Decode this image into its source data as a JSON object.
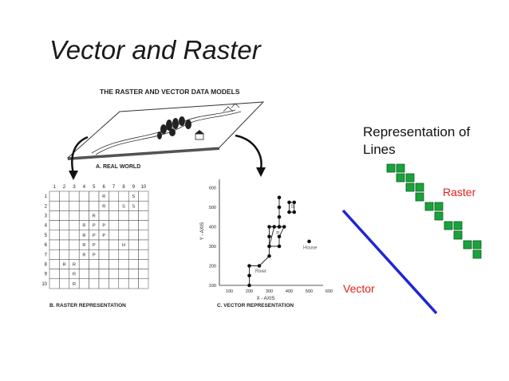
{
  "slide": {
    "title": "Vector and Raster"
  },
  "figure": {
    "heading": "THE RASTER AND VECTOR DATA MODELS",
    "real_world_caption": "A. REAL WORLD",
    "raster_caption": "B. RASTER REPRESENTATION",
    "vector_caption": "C. VECTOR REPRESENTATION",
    "raster_grid": {
      "col_headers": [
        "1",
        "2",
        "3",
        "4",
        "5",
        "6",
        "7",
        "8",
        "9",
        "10"
      ],
      "row_headers": [
        "1",
        "2",
        "3",
        "4",
        "5",
        "6",
        "7",
        "8",
        "9",
        "10"
      ],
      "cells": [
        [
          "",
          "",
          "",
          "",
          "",
          "R",
          "",
          "",
          "S",
          ""
        ],
        [
          "",
          "",
          "",
          "",
          "",
          "R",
          "",
          "S",
          "S",
          ""
        ],
        [
          "",
          "",
          "",
          "",
          "R",
          "",
          "",
          "",
          "",
          ""
        ],
        [
          "",
          "",
          "",
          "R",
          "P",
          "P",
          "",
          "",
          "",
          ""
        ],
        [
          "",
          "",
          "",
          "R",
          "P",
          "P",
          "",
          "",
          "",
          ""
        ],
        [
          "",
          "",
          "",
          "R",
          "P",
          "",
          "",
          "H",
          "",
          ""
        ],
        [
          "",
          "",
          "",
          "R",
          "P",
          "",
          "",
          "",
          "",
          ""
        ],
        [
          "",
          "R",
          "R",
          "",
          "",
          "",
          "",
          "",
          "",
          ""
        ],
        [
          "",
          "",
          "R",
          "",
          "",
          "",
          "",
          "",
          "",
          ""
        ],
        [
          "",
          "",
          "R",
          "",
          "",
          "",
          "",
          "",
          "",
          ""
        ]
      ]
    },
    "vector_plot": {
      "x_label": "X - AXIS",
      "y_label": "Y - AXIS",
      "x_ticks": [
        "100",
        "200",
        "300",
        "400",
        "500",
        "600"
      ],
      "y_ticks": [
        "100",
        "200",
        "300",
        "400",
        "500",
        "600"
      ],
      "labels": {
        "river": "River",
        "house": "House",
        "p": "P",
        "s": "S"
      }
    }
  },
  "panel": {
    "title": "Representation of Lines",
    "raster_label": "Raster",
    "vector_label": "Vector",
    "colors": {
      "raster_fill": "#1aa33c",
      "vector_line": "#1f25d6",
      "label": "#e0201a"
    }
  }
}
